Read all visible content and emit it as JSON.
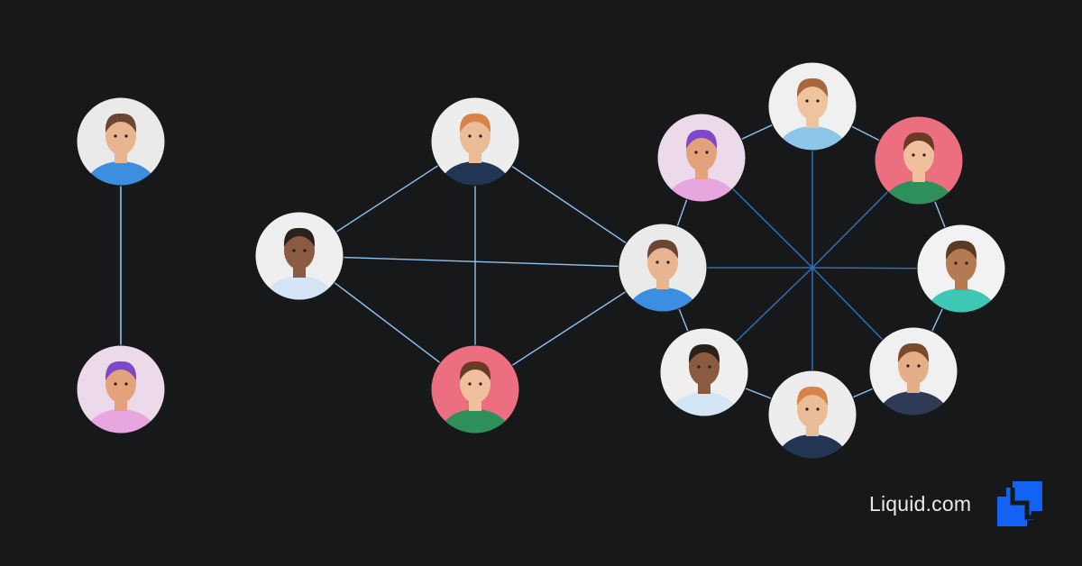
{
  "colors": {
    "background": "#17181a",
    "line_light": "#8fc3f2",
    "line_dark": "#2f6fb8",
    "brand_blue": "#1262f3"
  },
  "brand": {
    "name": "Liquid.com",
    "logo_icon": "liquid-logo-icon"
  },
  "diagram": {
    "nodes": [
      {
        "id": "a1",
        "avatar": "man-beard-thinking-blue-shirt",
        "bg": "#eaeaea",
        "skin": "#e7b58f",
        "hair": "#6b4634",
        "shirt": "#3c8ee0"
      },
      {
        "id": "a2",
        "avatar": "woman-purple-hair-beanie",
        "bg": "#ecd9ea",
        "skin": "#e4a27c",
        "hair": "#7c48c9",
        "shirt": "#e7a6dd"
      },
      {
        "id": "b1",
        "avatar": "man-ginger-beard-glasses-suit",
        "bg": "#ededed",
        "skin": "#eabd98",
        "hair": "#d9824a",
        "shirt": "#223654"
      },
      {
        "id": "b2",
        "avatar": "man-dark-skin-arms-crossed",
        "bg": "#efefef",
        "skin": "#8a5b40",
        "hair": "#2a211b",
        "shirt": "#d4e6f6"
      },
      {
        "id": "b3",
        "avatar": "woman-glasses-heart-pink-bg",
        "bg": "#eb6f7f",
        "skin": "#f0c09e",
        "hair": "#6a3a28",
        "shirt": "#2f8f5a"
      },
      {
        "id": "c1",
        "avatar": "woman-purple-hair-beanie",
        "bg": "#ecd9ea",
        "skin": "#e4a27c",
        "hair": "#7c48c9",
        "shirt": "#e7a6dd"
      },
      {
        "id": "c2",
        "avatar": "man-glasses-ok-gesture",
        "bg": "#f0f0f0",
        "skin": "#eec39e",
        "hair": "#a8663f",
        "shirt": "#8cc7ea"
      },
      {
        "id": "c3",
        "avatar": "woman-glasses-heart-pink-bg",
        "bg": "#eb6f7f",
        "skin": "#f0c09e",
        "hair": "#6a3a28",
        "shirt": "#2f8f5a"
      },
      {
        "id": "c4",
        "avatar": "woman-curly-hair-teal-top",
        "bg": "#f2f2f2",
        "skin": "#b47a52",
        "hair": "#5a3a25",
        "shirt": "#3ec7b5"
      },
      {
        "id": "c5",
        "avatar": "man-full-beard-suit",
        "bg": "#f0f0f0",
        "skin": "#e6ae87",
        "hair": "#7a4a2c",
        "shirt": "#2f3a56"
      },
      {
        "id": "c6",
        "avatar": "man-ginger-beard-glasses-suit",
        "bg": "#ededed",
        "skin": "#eabd98",
        "hair": "#d9824a",
        "shirt": "#223654"
      },
      {
        "id": "c7",
        "avatar": "man-dark-skin-smiling",
        "bg": "#efefef",
        "skin": "#8a5b40",
        "hair": "#2a211b",
        "shirt": "#d4e6f6"
      },
      {
        "id": "c8",
        "avatar": "man-beard-thinking-blue-shirt",
        "bg": "#eaeaea",
        "skin": "#e7b58f",
        "hair": "#6b4634",
        "shirt": "#3c8ee0"
      }
    ]
  }
}
